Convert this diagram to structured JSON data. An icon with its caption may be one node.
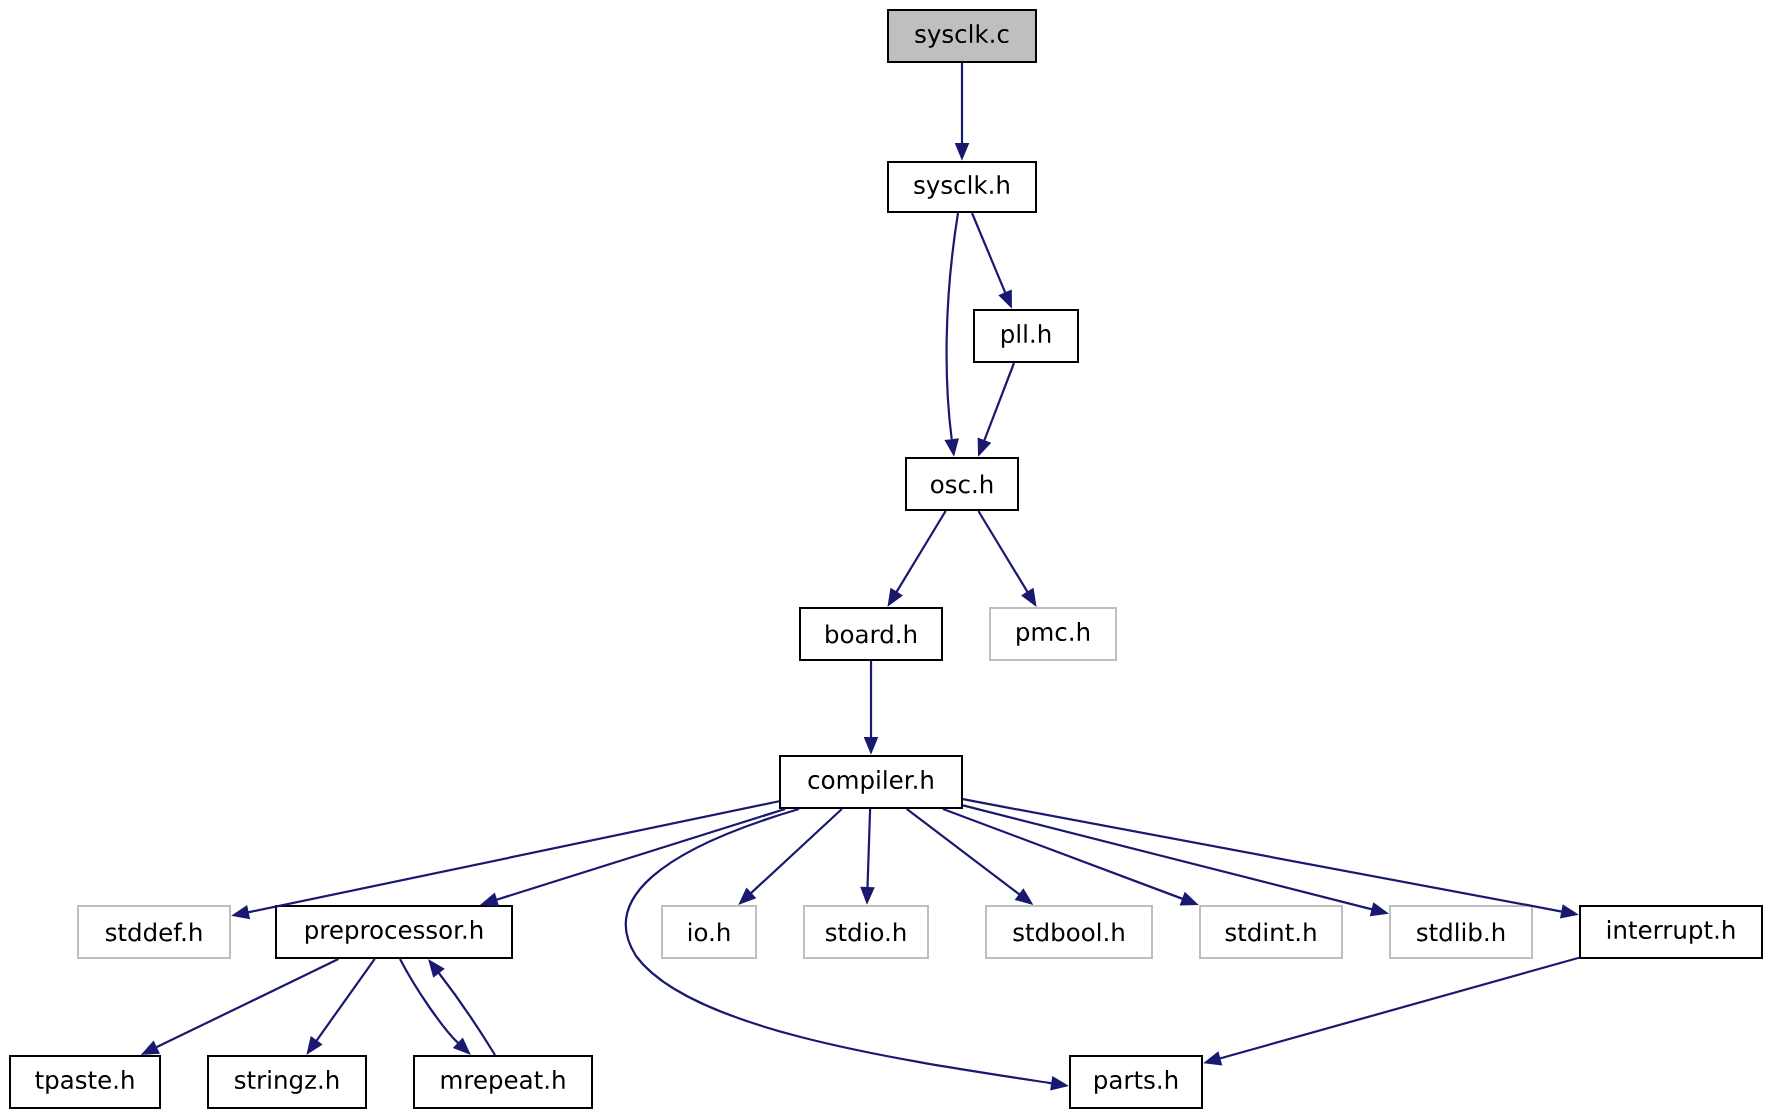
{
  "diagram": {
    "nodes": [
      {
        "text": [
          "sysclk.c"
        ]
      },
      {
        "text": [
          "sysclk.h"
        ]
      },
      {
        "text": [
          "pll.h"
        ]
      },
      {
        "text": [
          "osc.h"
        ]
      },
      {
        "text": [
          "board.h"
        ]
      },
      {
        "text": [
          "pmc.h"
        ]
      },
      {
        "text": [
          "compiler.h"
        ]
      },
      {
        "text": [
          "stddef.h"
        ]
      },
      {
        "text": [
          "preprocessor.h"
        ]
      },
      {
        "text": [
          "io.h"
        ]
      },
      {
        "text": [
          "stdio.h"
        ]
      },
      {
        "text": [
          "stdbool.h"
        ]
      },
      {
        "text": [
          "stdint.h"
        ]
      },
      {
        "text": [
          "stdlib.h"
        ]
      },
      {
        "text": [
          "interrupt.h"
        ]
      },
      {
        "text": [
          "tpaste.h"
        ]
      },
      {
        "text": [
          "stringz.h"
        ]
      },
      {
        "text": [
          "mrepeat.h"
        ]
      },
      {
        "text": [
          "parts.h"
        ]
      }
    ],
    "edges": [
      {
        "from": 0,
        "to": 1,
        "arrow": "to"
      },
      {
        "from": 1,
        "to": 3,
        "arrow": "to"
      },
      {
        "from": 1,
        "to": 2,
        "arrow": "to"
      },
      {
        "from": 2,
        "to": 3,
        "arrow": "to"
      },
      {
        "from": 3,
        "to": 4,
        "arrow": "to"
      },
      {
        "from": 3,
        "to": 5,
        "arrow": "to"
      },
      {
        "from": 4,
        "to": 6,
        "arrow": "to"
      },
      {
        "from": 6,
        "to": 7,
        "arrow": "to"
      },
      {
        "from": 6,
        "to": 8,
        "arrow": "to"
      },
      {
        "from": 6,
        "to": 18,
        "arrow": "to"
      },
      {
        "from": 6,
        "to": 9,
        "arrow": "to"
      },
      {
        "from": 6,
        "to": 10,
        "arrow": "to"
      },
      {
        "from": 6,
        "to": 11,
        "arrow": "to"
      },
      {
        "from": 6,
        "to": 12,
        "arrow": "to"
      },
      {
        "from": 6,
        "to": 13,
        "arrow": "to"
      },
      {
        "from": 6,
        "to": 14,
        "arrow": "to"
      },
      {
        "from": 8,
        "to": 15,
        "arrow": "to"
      },
      {
        "from": 8,
        "to": 16,
        "arrow": "to"
      },
      {
        "from": 8,
        "to": 17,
        "arrow": "to"
      },
      {
        "from": 17,
        "to": 8,
        "arrow": "to"
      },
      {
        "from": 14,
        "to": 18,
        "arrow": "to"
      }
    ]
  }
}
